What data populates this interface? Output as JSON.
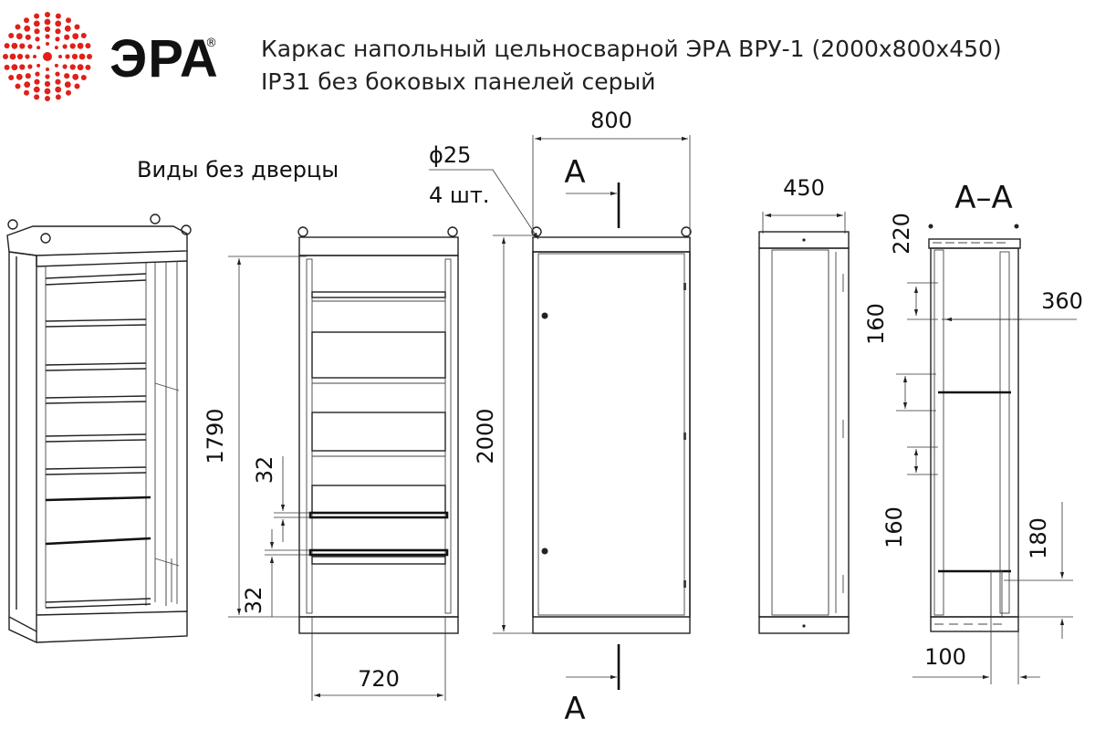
{
  "header": {
    "brand": "ЭРА",
    "registered": "®",
    "title_line1": "Каркас напольный цельносварной ЭРА ВРУ-1 (2000x800x450)",
    "title_line2": "IP31 без боковых панелей серый"
  },
  "subtitle": "Виды без дверцы",
  "colors": {
    "logo_red": "#e0201a",
    "line": "#222222"
  },
  "dimensions": {
    "d1790": "1790",
    "d32_upper": "32",
    "d32_lower": "32",
    "d720": "720",
    "d2000": "2000",
    "d800": "800",
    "hole_dia": "ϕ25",
    "hole_count": "4 шт.",
    "section_top": "A",
    "section_bottom": "A",
    "d450": "450",
    "section_title": "A–A",
    "d220": "220",
    "d160_upper": "160",
    "d360": "360",
    "d160_lower": "160",
    "d180": "180",
    "d100": "100"
  }
}
